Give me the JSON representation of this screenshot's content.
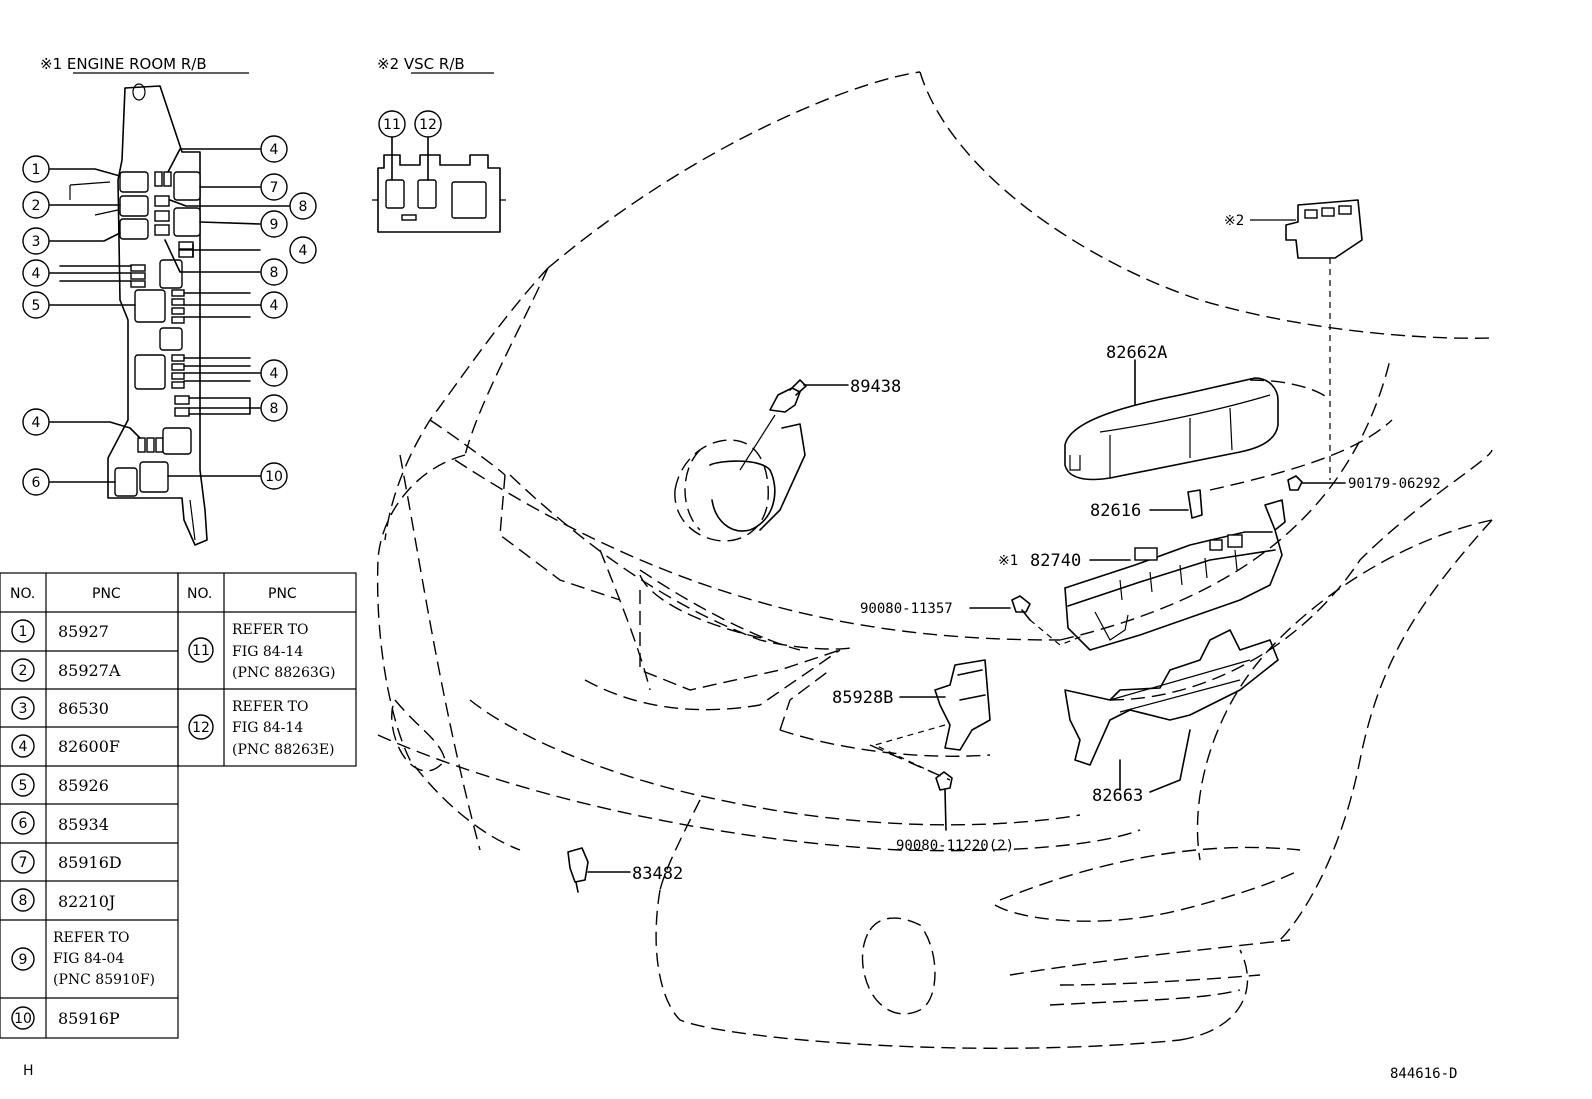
{
  "titles": {
    "engine_room": "※1 ENGINE ROOM R/B",
    "vsc": "※2 VSC R/B"
  },
  "callouts": {
    "c1": "1",
    "c2": "2",
    "c3": "3",
    "c4": "4",
    "c5": "5",
    "c6": "6",
    "c7": "7",
    "c8": "8",
    "c9": "9",
    "c10": "10",
    "c11": "11",
    "c12": "12"
  },
  "labels": {
    "p89438": "89438",
    "p82662a": "82662A",
    "p82616": "82616",
    "p90179": "90179-06292",
    "p82740_mark": "※1",
    "p82740": "82740",
    "p90080a": "90080-11357",
    "p85928b": "85928B",
    "p82663": "82663",
    "p90080b": "90080-11220(2)",
    "p83482": "83482",
    "mark2": "※2"
  },
  "table": {
    "col_no": "NO.",
    "col_pnc": "PNC",
    "left_rows": [
      {
        "no": "1",
        "pnc": [
          "85927"
        ]
      },
      {
        "no": "2",
        "pnc": [
          "85927A"
        ]
      },
      {
        "no": "3",
        "pnc": [
          "86530"
        ]
      },
      {
        "no": "4",
        "pnc": [
          "82600F"
        ]
      },
      {
        "no": "5",
        "pnc": [
          "85926"
        ]
      },
      {
        "no": "6",
        "pnc": [
          "85934"
        ]
      },
      {
        "no": "7",
        "pnc": [
          "85916D"
        ]
      },
      {
        "no": "8",
        "pnc": [
          "82210J"
        ]
      },
      {
        "no": "9",
        "pnc": [
          "REFER TO",
          "FIG 84-04",
          "(PNC 85910F)"
        ]
      },
      {
        "no": "10",
        "pnc": [
          "85916P"
        ]
      }
    ],
    "right_rows": [
      {
        "no": "11",
        "pnc": [
          "REFER TO",
          "FIG 84-14",
          "(PNC 88263G)"
        ]
      },
      {
        "no": "12",
        "pnc": [
          "REFER TO",
          "FIG 84-14",
          "(PNC 88263E)"
        ]
      }
    ]
  },
  "footer": {
    "left": "H",
    "code": "844616-D"
  }
}
